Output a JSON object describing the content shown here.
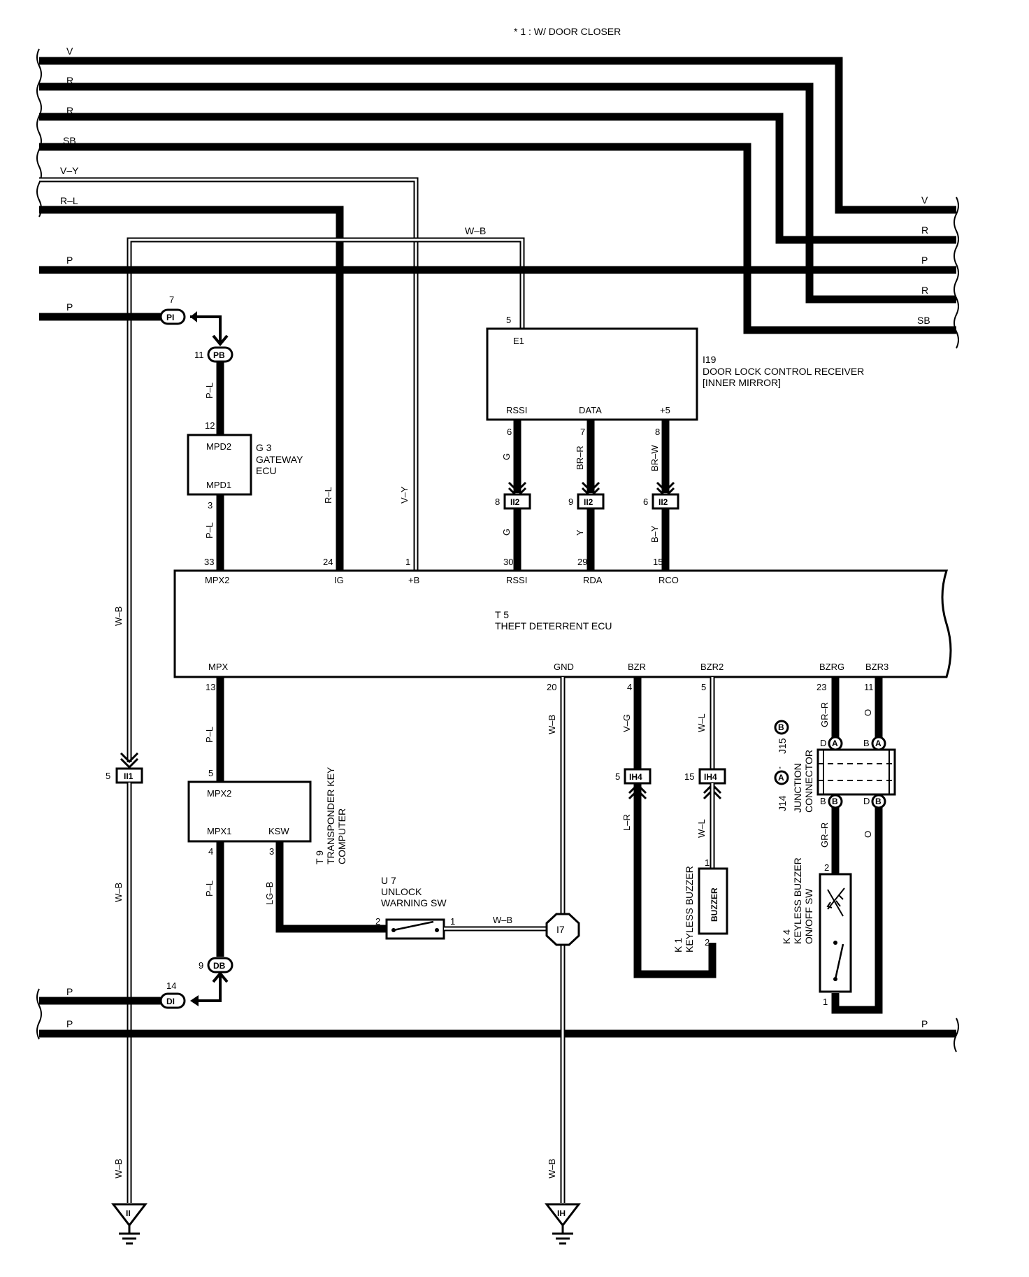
{
  "note": "* 1 : W/ DOOR CLOSER",
  "left_wires": [
    "V",
    "R",
    "R",
    "SB",
    "V–Y",
    "R–L"
  ],
  "right_wires": [
    "V",
    "R",
    "P",
    "R",
    "SB"
  ],
  "p_wire_labels": {
    "top": "P",
    "pi": "P",
    "di": "P",
    "bottom_left": "P",
    "bottom_right": "P"
  },
  "wb_top": "W–B",
  "receiver": {
    "code": "I19",
    "name": "DOOR LOCK CONTROL RECEIVER",
    "sub": "[INNER MIRROR]",
    "pin_top": "E1",
    "pin_top_no": "5",
    "terminals": [
      {
        "name": "RSSI",
        "pin": "6",
        "wire": "G",
        "conn_pin": "8",
        "conn": "II2",
        "wire2": "G",
        "ecu_pin": "30",
        "ecu_term": "RSSI"
      },
      {
        "name": "DATA",
        "pin": "7",
        "wire": "BR–R",
        "conn_pin": "9",
        "conn": "II2",
        "wire2": "Y",
        "ecu_pin": "29",
        "ecu_term": "RDA"
      },
      {
        "name": "+5",
        "pin": "8",
        "wire": "BR–W",
        "conn_pin": "6",
        "conn": "II2",
        "wire2": "B–Y",
        "ecu_pin": "15",
        "ecu_term": "RCO"
      }
    ]
  },
  "gateway": {
    "code": "G 3",
    "name1": "GATEWAY",
    "name2": "ECU",
    "t1": "MPD2",
    "t2": "MPD1",
    "pin_top": "12",
    "pin_bot": "3"
  },
  "pi_conn": {
    "pin": "7",
    "label": "PI"
  },
  "pb_conn": {
    "pin": "11",
    "label": "PB"
  },
  "db_conn": {
    "pin": "9",
    "label": "DB"
  },
  "di_conn": {
    "pin": "14",
    "label": "DI"
  },
  "wire_pl": "P–L",
  "wire_rl": "R–L",
  "wire_vy": "V–Y",
  "wire_wb": "W–B",
  "ecu": {
    "code": "T 5",
    "name": "THEFT DETERRENT ECU",
    "top_pins": [
      {
        "pin": "33",
        "term": "MPX2"
      },
      {
        "pin": "24",
        "term": "IG"
      },
      {
        "pin": "1",
        "term": "+B"
      }
    ],
    "bottom_pins": [
      {
        "pin": "13",
        "term": "MPX"
      },
      {
        "pin": "20",
        "term": "GND"
      },
      {
        "pin": "4",
        "term": "BZR"
      },
      {
        "pin": "5",
        "term": "BZR2"
      },
      {
        "pin": "23",
        "term": "BZRG"
      },
      {
        "pin": "11",
        "term": "BZR3"
      }
    ]
  },
  "ii1": {
    "pin": "5",
    "label": "II1"
  },
  "transponder": {
    "code": "T 9",
    "name1": "TRANSPONDER KEY",
    "name2": "COMPUTER",
    "t_mpx2": "MPX2",
    "t_mpx1": "MPX1",
    "t_ksw": "KSW",
    "pin_top": "5",
    "pin_mpx1": "4",
    "pin_ksw": "3"
  },
  "unlock_sw": {
    "code": "U 7",
    "name1": "UNLOCK",
    "name2": "WARNING SW",
    "pin_l": "2",
    "pin_r": "1",
    "wire": "W–B",
    "wire_in": "LG–B"
  },
  "i7": "I7",
  "ih4_a": {
    "pin": "5",
    "label": "IH4",
    "wire_top": "V–G",
    "wire_bot": "L–R"
  },
  "ih4_b": {
    "pin": "15",
    "label": "IH4",
    "wire_top": "W–L",
    "wire_bot": "W–L"
  },
  "keyless_buzzer": {
    "code": "K 1",
    "name": "KEYLESS BUZZER",
    "box": "BUZZER",
    "pin_top": "1",
    "pin_bot": "2"
  },
  "junction": {
    "j15": "J15",
    "j15_letter": "B",
    "j14": "J14",
    "j14_letter": "A",
    "name1": "JUNCTION",
    "name2": "CONNECTOR",
    "D": "D",
    "B": "B",
    "A": "A",
    "wire_grr": "GR–R",
    "wire_o": "O"
  },
  "buzzer_sw": {
    "code": "K 4",
    "name1": "KEYLESS BUZZER",
    "name2": "ON/OFF SW",
    "pin_top": "2",
    "pin_bot": "1"
  },
  "ground_ii": "II",
  "ground_ih": "IH"
}
